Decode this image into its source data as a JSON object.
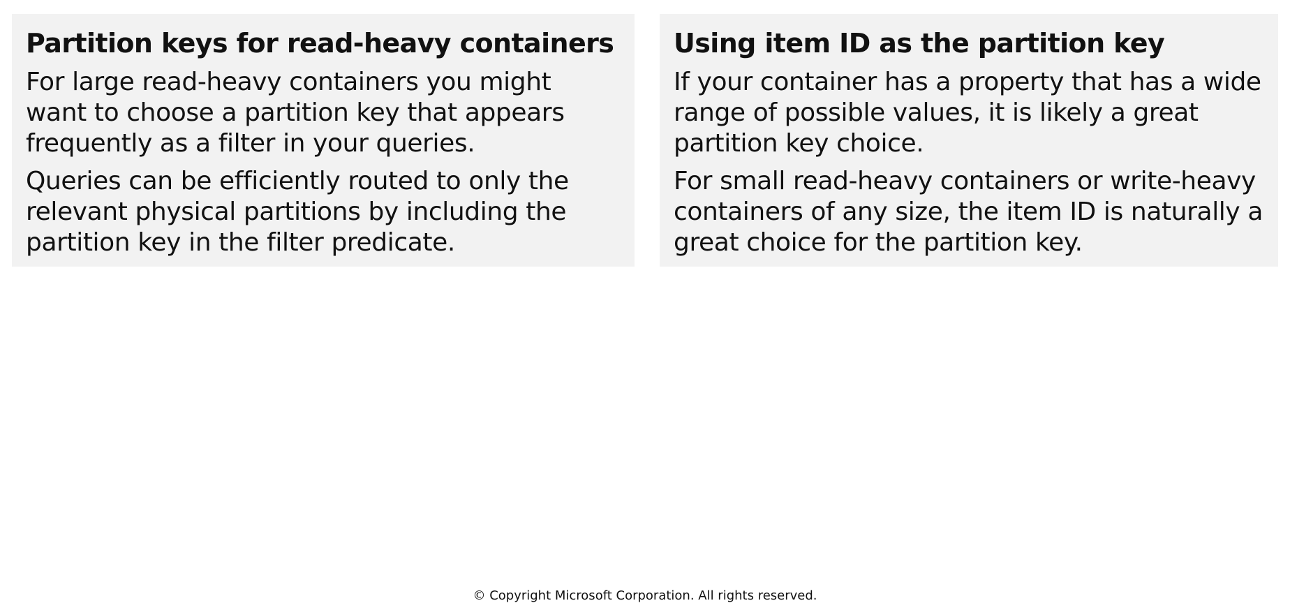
{
  "left_card": {
    "title": "Partition keys for read-heavy containers",
    "paragraphs": [
      "For large read-heavy containers you might want to choose a partition key that appears frequently as a filter in your queries.",
      "Queries can be efficiently routed to only the relevant physical partitions by including the partition key in the filter predicate."
    ]
  },
  "right_card": {
    "title": "Using item ID as the partition key",
    "paragraphs": [
      "If your container has a property that has a wide range of possible values, it is likely a great partition key choice.",
      "For small read-heavy containers or write-heavy containers of any size, the item ID is naturally a great choice for the partition key."
    ]
  },
  "footer": {
    "copyright": "© Copyright Microsoft Corporation. All rights reserved."
  },
  "colors": {
    "card_background": "#f2f2f2",
    "text": "#111111",
    "page_background": "#ffffff"
  }
}
